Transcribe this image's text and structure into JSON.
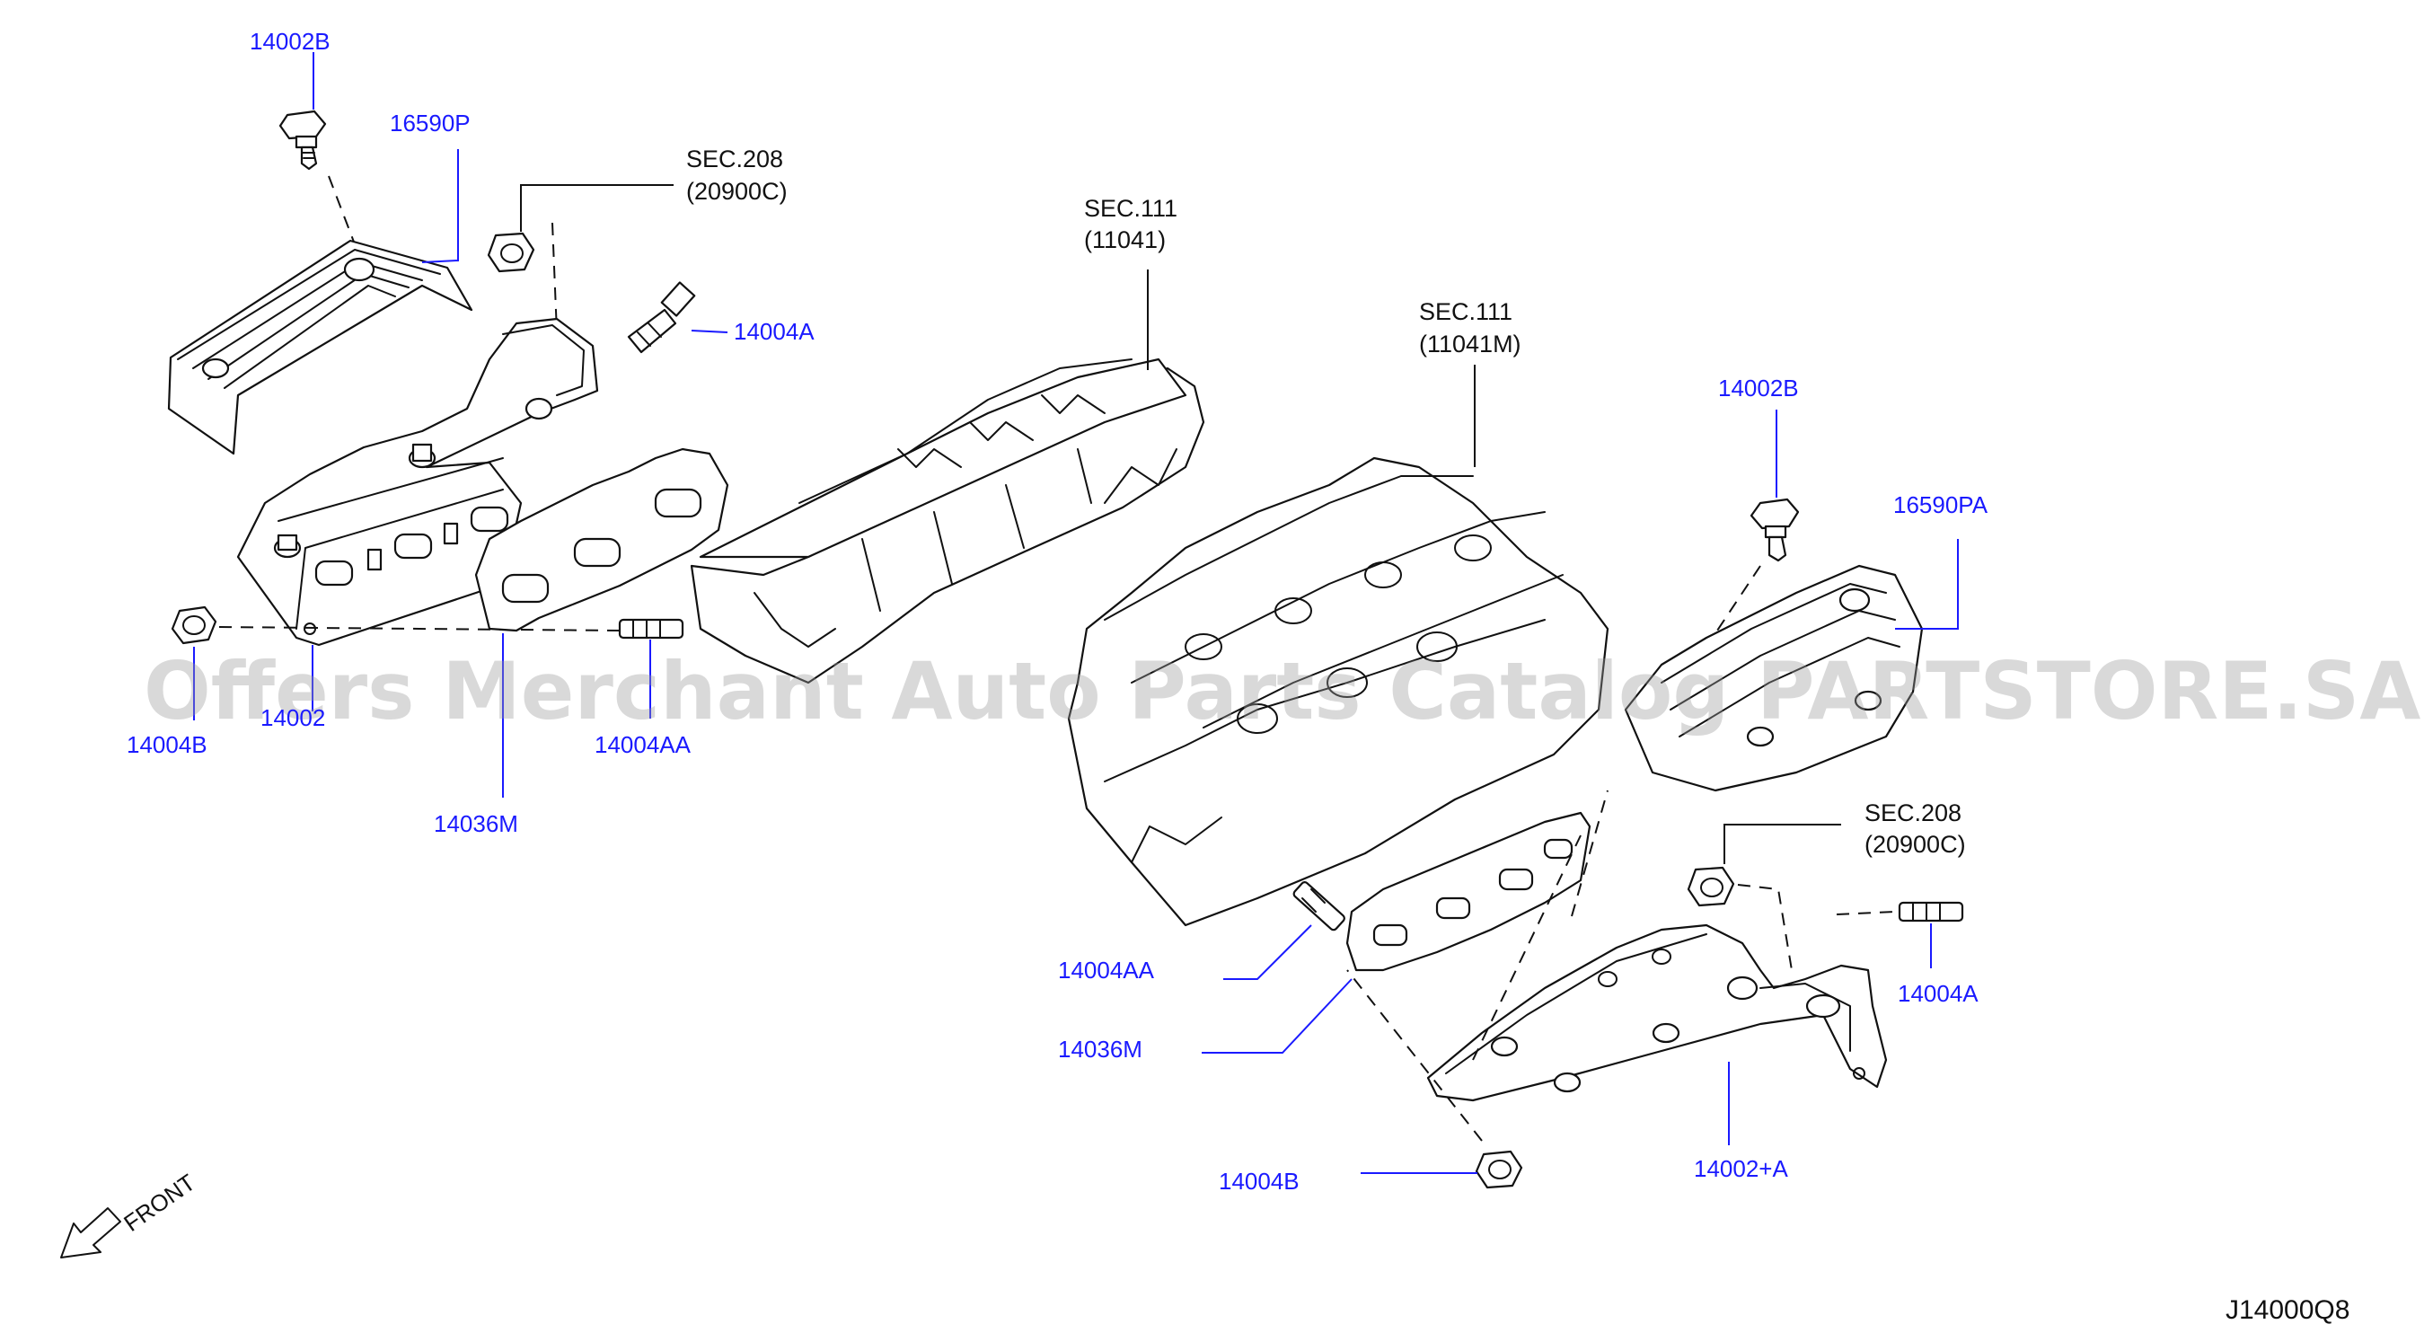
{
  "labels": {
    "p14002b_top": "14002B",
    "p16590p": "16590P",
    "sec208_left": "SEC.208",
    "sec208_left_sub": "(20900C)",
    "p14004a_left": "14004A",
    "sec111_left": "SEC.111",
    "sec111_left_sub": "(11041)",
    "sec111_right": "SEC.111",
    "sec111_right_sub": "(11041M)",
    "p14002b_right": "14002B",
    "p16590pa": "16590PA",
    "p14004b_left": "14004B",
    "p14002_left": "14002",
    "p14004aa_left": "14004AA",
    "p14036m_left": "14036M",
    "sec208_right": "SEC.208",
    "sec208_right_sub": "(20900C)",
    "p14004a_right": "14004A",
    "p14004aa_right": "14004AA",
    "p14036m_right": "14036M",
    "p14004b_right": "14004B",
    "p14002a_right": "14002+A",
    "front": "FRONT",
    "diagram_code": "J14000Q8"
  },
  "watermark": "Offers Merchant Auto Parts Catalog PARTSTORE.SA",
  "colors": {
    "callout_blue": "#1a1aff",
    "line_black": "#111111",
    "watermark_gray": "#9c9c9c",
    "background": "#ffffff"
  },
  "icons": {
    "front_arrow": "front-arrow-icon"
  }
}
